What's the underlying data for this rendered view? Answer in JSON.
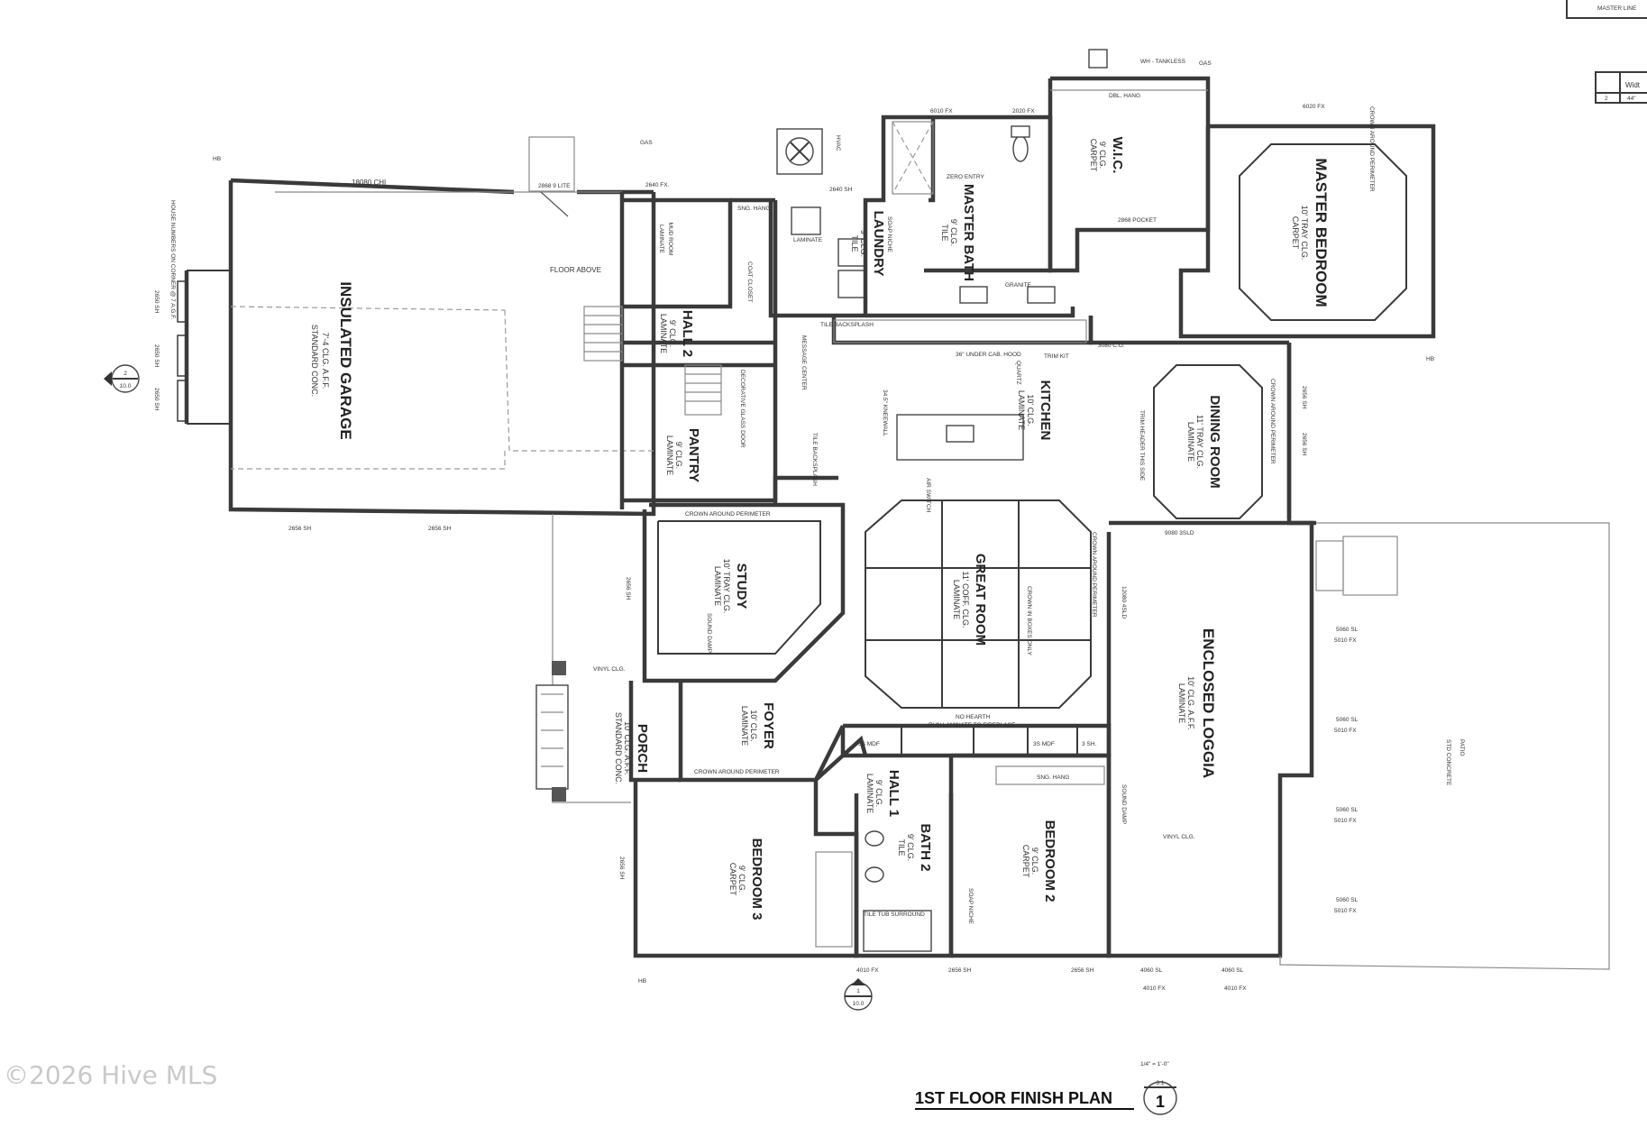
{
  "rooms": {
    "garage": {
      "name": "INSULATED GARAGE",
      "sub1": "7'-4 CLG. A.F.F.",
      "sub2": "STANDARD CONC."
    },
    "mud_room": {
      "name": "MUD ROOM",
      "sub1": "LAMINATE"
    },
    "hall2": {
      "name": "HALL 2",
      "sub1": "9' CLG.",
      "sub2": "LAMINATE"
    },
    "pantry": {
      "name": "PANTRY",
      "sub1": "9' CLG.",
      "sub2": "LAMINATE"
    },
    "laundry": {
      "name": "LAUNDRY",
      "sub1": "9' CLG.",
      "sub2": "TILE"
    },
    "master_bath": {
      "name": "MASTER BATH",
      "sub1": "9' CLG.",
      "sub2": "TILE"
    },
    "wic": {
      "name": "W.I.C.",
      "sub1": "9' CLG.",
      "sub2": "CARPET"
    },
    "master_bedroom": {
      "name": "MASTER BEDROOM",
      "sub1": "10' TRAY CLG.",
      "sub2": "CARPET"
    },
    "kitchen": {
      "name": "KITCHEN",
      "sub1": "10' CLG.",
      "sub2": "LAMINATE"
    },
    "dining_room": {
      "name": "DINING ROOM",
      "sub1": "11' TRAY CLG.",
      "sub2": "LAMINATE"
    },
    "study": {
      "name": "STUDY",
      "sub1": "10' TRAY CLG.",
      "sub2": "LAMINATE"
    },
    "great_room": {
      "name": "GREAT ROOM",
      "sub1": "11' COFF. CLG.",
      "sub2": "LAMINATE"
    },
    "enclosed_loggia": {
      "name": "ENCLOSED LOGGIA",
      "sub1": "10' CLG. A.F.F.",
      "sub2": "LAMINATE"
    },
    "foyer": {
      "name": "FOYER",
      "sub1": "10' CLG.",
      "sub2": "LAMINATE"
    },
    "porch": {
      "name": "PORCH",
      "sub1": "10' CLG. A.F.F.",
      "sub2": "STANDARD CONC."
    },
    "hall1": {
      "name": "HALL 1",
      "sub1": "9' CLG.",
      "sub2": "LAMINATE"
    },
    "bath2": {
      "name": "BATH 2",
      "sub1": "9' CLG.",
      "sub2": "TILE"
    },
    "bedroom3": {
      "name": "BEDROOM 3",
      "sub1": "9' CLG.",
      "sub2": "CARPET"
    },
    "bedroom2": {
      "name": "BEDROOM 2",
      "sub1": "9' CLG.",
      "sub2": "CARPET"
    }
  },
  "notes": {
    "floor_above": "FLOOR ABOVE",
    "hvac": "HVAC",
    "wh_tankless": "WH - TANKLESS",
    "gas": "GAS",
    "hb": "HB",
    "house_numbers": "HOUSE NUMBERS ON CORNER @ 7 A.G.F.",
    "door_18080": "18080 CHI",
    "door_2868_lite": "2868 9 LITE",
    "win_2640fx": "2640 FX.",
    "win_2640sh": "2640 SH",
    "win_6010fx": "6010 FX",
    "win_2020fx": "2020 FX",
    "win_6020fx": "6020 FX",
    "win_2656sh": "2656 SH",
    "win_2650sh": "2650 SH",
    "sng_hang": "SNG. HANG",
    "dbl_hang": "DBL. HANG",
    "laminate": "LAMINATE",
    "coat_closet": "COAT CLOSET",
    "quartz": "QUARTZ",
    "message_center": "MESSAGE CENTER",
    "tile_backsplash": "TILE BACKSPLASH",
    "under_cab_hood": "36\" UNDER CAB. HOOD",
    "trim_kit": "TRIM KIT",
    "door_3080": "3080 C.O.",
    "trim_header": "TRIM HEADER THIS SIDE",
    "kneewall": "34.5\" KNEEWALL",
    "air_switch": "AIR SWITCH",
    "crown_around_perimeter": "CROWN AROUND PERIMETER",
    "crown_in_boxes": "CROWN IN BOXES ONLY",
    "door_9080": "9080 3SLD",
    "door_12080": "12080 4SLD",
    "no_hearth": "NO HEARTH",
    "run_laminate": "RUN LAMINATE TO FIREPLACE",
    "mdf_3s": "3S MDF",
    "sh_3": "3 SH.",
    "sound_damp": "SOUND DAMP",
    "vinyl_clg": "VINYL CLG.",
    "patio": "PATIO",
    "std_concrete": "STD CONCRETE",
    "tile_tub": "TILE TUB SURROUND",
    "soap_niche": "SOAP NICHE",
    "granite": "GRANITE",
    "zero_entry": "ZERO ENTRY",
    "door_2868_pocket": "2868 POCKET",
    "win_5060sl": "5060 SL",
    "win_5010fx": "5010 FX",
    "win_4060sl": "4060 SL",
    "win_4010fx": "4010 FX",
    "door_2868": "2868",
    "decorative_glass": "DECORATIVE GLASS DOOR",
    "carpet": "CARPET"
  },
  "title": {
    "plan_name": "1ST FLOOR FINISH PLAN",
    "scale": "1/4\" = 1'-0\"",
    "number": "1",
    "sheet": "3.1"
  },
  "section_marks": {
    "left": {
      "num": "2",
      "sheet": "10.0"
    },
    "bottom": {
      "num": "1",
      "sheet": "10.0"
    }
  },
  "corner": {
    "label": "MASTER LINE",
    "width_label": "Widt",
    "row_num": "2",
    "row_val": "44\""
  },
  "watermark": "©2026 Hive MLS"
}
